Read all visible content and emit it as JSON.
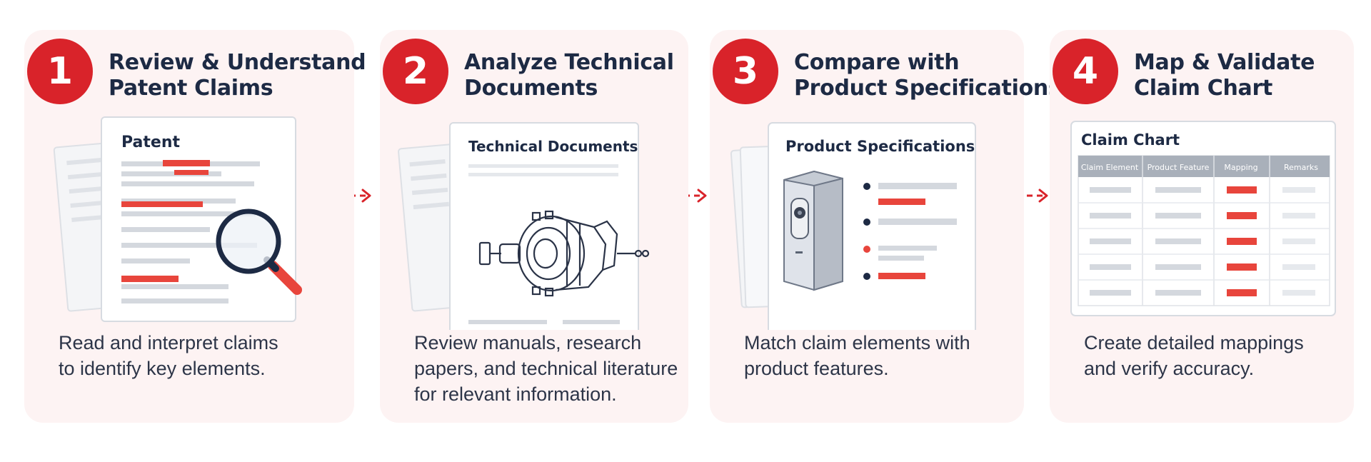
{
  "steps": [
    {
      "number": "1",
      "title_lines": [
        "Review & Understand",
        "Patent Claims"
      ],
      "illustration_label": "Patent",
      "description_lines": [
        "Read and interpret claims",
        "to identify key elements."
      ],
      "icon": "magnifying-glass-icon"
    },
    {
      "number": "2",
      "title_lines": [
        "Analyze Technical",
        "Documents"
      ],
      "illustration_label": "Technical Documents",
      "description_lines": [
        "Review manuals, research",
        "papers, and technical literature",
        "for relevant information."
      ],
      "icon": "mechanical-part-icon"
    },
    {
      "number": "3",
      "title_lines": [
        "Compare with",
        "Product Specifications"
      ],
      "illustration_label": "Product Specifications",
      "description_lines": [
        "Match claim elements with",
        "product features."
      ],
      "icon": "device-icon"
    },
    {
      "number": "4",
      "title_lines": [
        "Map & Validate",
        "Claim Chart"
      ],
      "illustration_label": "Claim Chart",
      "table_headers": [
        "Claim Element",
        "Product Feature",
        "Mapping",
        "Remarks"
      ],
      "description_lines": [
        "Create detailed mappings",
        "and verify accuracy."
      ],
      "icon": "table-icon"
    }
  ],
  "colors": {
    "accent": "#d9232a",
    "card_background": "#fdf3f3",
    "text_dark": "#1d2a44",
    "placeholder_gray": "#d4d8de",
    "highlight_red": "#e8453c",
    "table_header": "#a9b0ba"
  }
}
